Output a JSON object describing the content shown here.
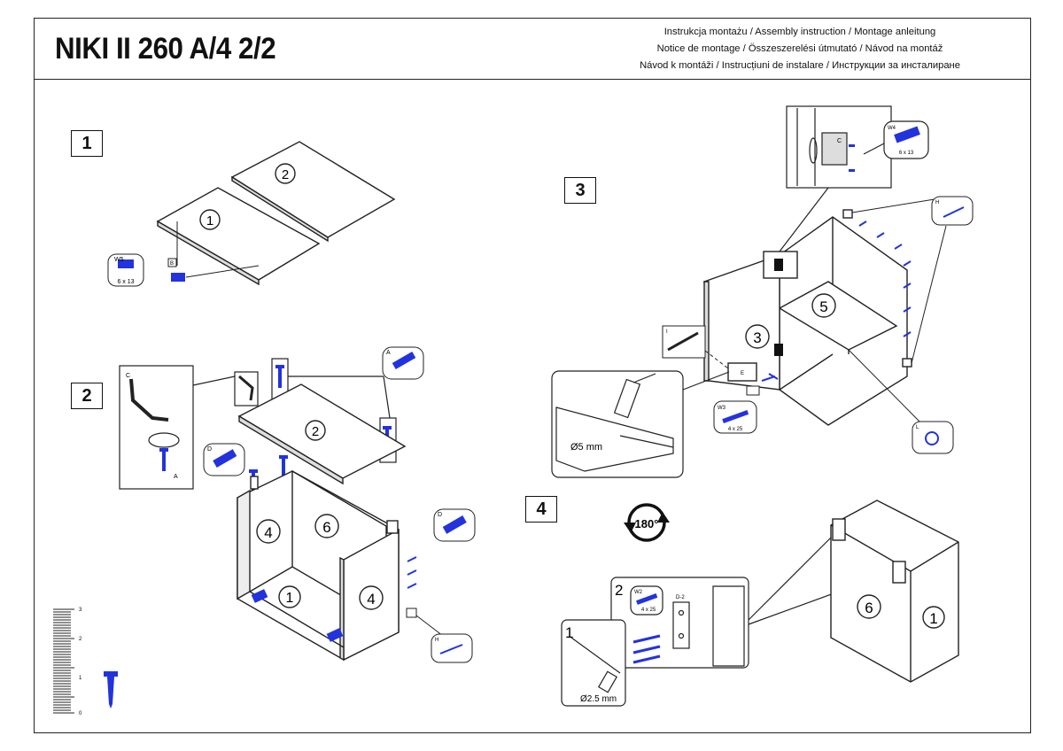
{
  "document": {
    "title": "NIKI II 260 A/4 2/2",
    "subtitle_lines": [
      "Instrukcja montażu / Assembly instruction / Montage anleitung",
      "Notice de montage / Összeszerelési útmutató / Návod na montáž",
      "Návod k montáži / Instrucțiuni de instalare / Инструкции за инсталиране"
    ]
  },
  "steps": [
    {
      "number": "1"
    },
    {
      "number": "2"
    },
    {
      "number": "3"
    },
    {
      "number": "4"
    }
  ],
  "step1": {
    "panel_a": "1",
    "panel_b": "2",
    "hw_w5_code": "W5",
    "hw_w5_size": "6 x 13",
    "hw_b": "B"
  },
  "step2": {
    "panel_top": "2",
    "panel_bottom": "1",
    "panel_left": "4",
    "panel_right": "4",
    "panel_back": "6",
    "hw_c": "C",
    "hw_a": "A",
    "hw_a2": "A",
    "hw_d": "D",
    "hw_d2": "D",
    "hw_h": "H"
  },
  "step3": {
    "panel_side": "3",
    "panel_shelf": "5",
    "hw_w4_code": "W4",
    "hw_w4_size": "6 x 13",
    "hw_h": "H",
    "hw_i": "I",
    "hw_w3_code": "W3",
    "hw_w3_size": "4 x 25",
    "hw_l": "L",
    "drill_size": "Ø5 mm",
    "hw_c": "C",
    "hw_e": "E"
  },
  "step4": {
    "rotate": "180°",
    "sub1": "1",
    "sub2": "2",
    "hw_w2_code": "W2",
    "hw_w2_size": "4 x 25",
    "hw_d2": "D-2",
    "drill_size": "Ø2.5 mm",
    "panel_back": "6",
    "panel_bottom": "1"
  },
  "ruler": {
    "tick_labels": [
      "3",
      "2",
      "1",
      "0"
    ]
  }
}
